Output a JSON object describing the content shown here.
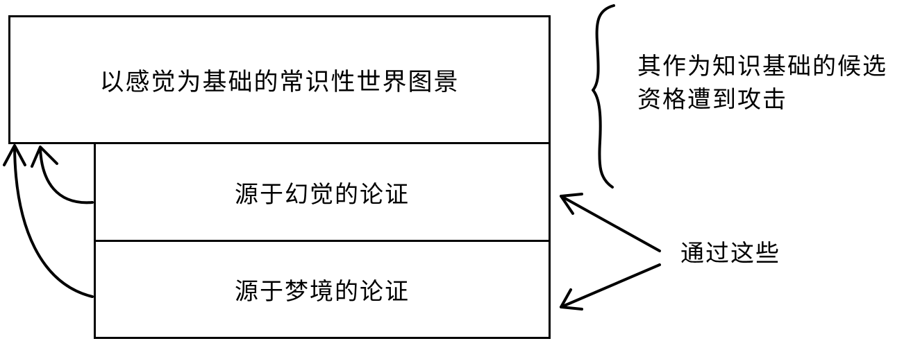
{
  "boxes": {
    "top": "以感觉为基础的常识性世界图景",
    "middle": "源于幻觉的论证",
    "bottom": "源于梦境的论证"
  },
  "annotations": {
    "attack_line1": "其作为知识基础的候选",
    "attack_line2": "资格遭到攻击",
    "through": "通过这些"
  }
}
